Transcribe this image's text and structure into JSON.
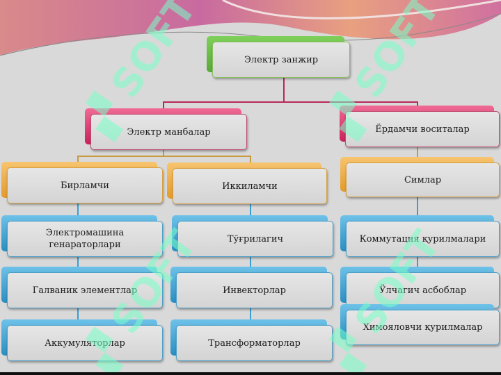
{
  "diagram": {
    "root": "Электр занжир",
    "level1": [
      "Электр манбалар",
      "Ёрдамчи воситалар"
    ],
    "level2": [
      "Бирламчи",
      "Иккиламчи",
      "Симлар"
    ],
    "primary_items": [
      "Электромашина генараторлари",
      "Галваник элементлар",
      "Аккумуляторлар"
    ],
    "secondary_items": [
      "Тўғрилагич",
      "Инвекторлар",
      "Трансформаторлар"
    ],
    "auxiliary_items": [
      "Коммутация қурилмалари",
      "Ўлчагич асбоблар",
      "Химояловчи қурилмалар"
    ]
  },
  "watermark": "SOFT",
  "colors": {
    "green": "#6cc04a",
    "pink": "#d63c6e",
    "orange": "#eeaa44",
    "blue": "#3a9ed0",
    "connector_top": "#b8285a",
    "connector_mid": "#c89a40",
    "connector_low": "#3a9ed0"
  }
}
